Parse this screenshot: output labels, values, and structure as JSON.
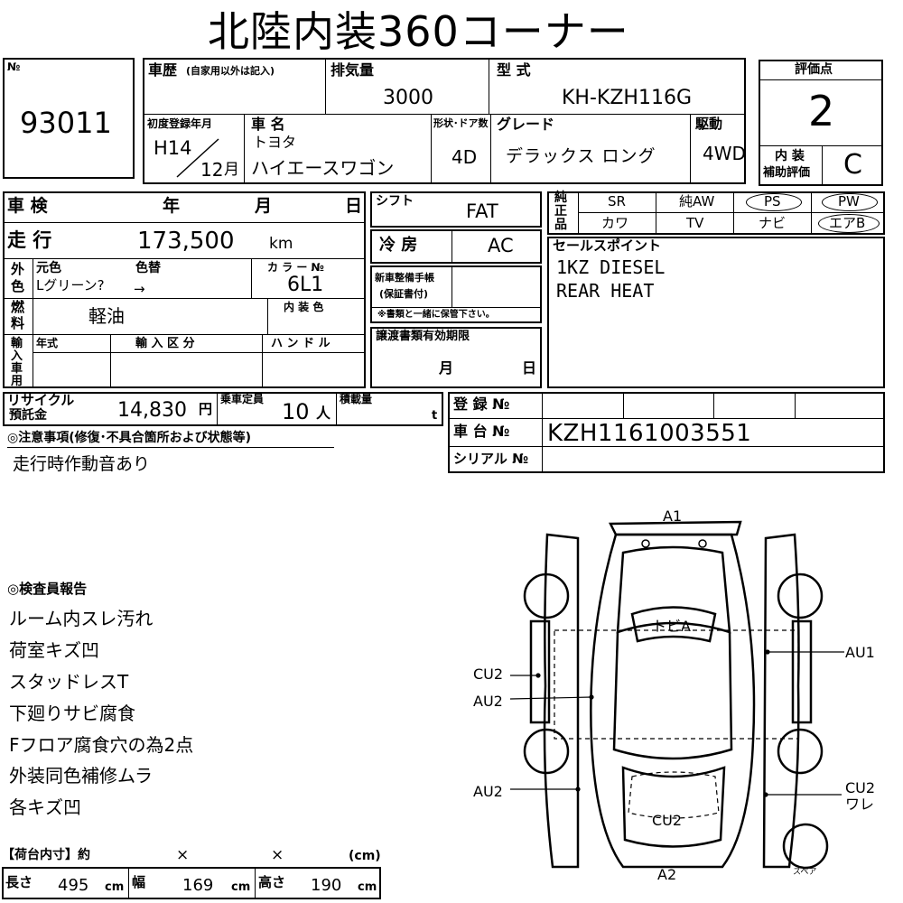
{
  "title": "北陸内装360コーナー",
  "sheet": {
    "no_label": "№",
    "no_value": "93011"
  },
  "history": {
    "label": "車歴",
    "note": "(自家用以外は記入)",
    "value": ""
  },
  "displacement": {
    "label": "排気量",
    "value": "3000"
  },
  "model_type": {
    "label": "型 式",
    "value": "KH-KZH116G"
  },
  "score": {
    "label": "評価点",
    "value": "2",
    "interior_label_1": "内 装",
    "interior_label_2": "補助評価",
    "interior_value": "C"
  },
  "first_reg": {
    "label": "初度登録年月",
    "era": "H14",
    "month": "12",
    "month_unit": "月"
  },
  "car_name": {
    "label": "車 名",
    "maker": "トヨタ",
    "name": "ハイエースワゴン"
  },
  "doors": {
    "label": "形状･ドア数",
    "value": "4D"
  },
  "grade": {
    "label": "グレード",
    "value": "デラックス ロング"
  },
  "drive": {
    "label": "駆動",
    "value": "4WD"
  },
  "inspection": {
    "label": "車 検",
    "year": "年",
    "month": "月",
    "day": "日"
  },
  "shift": {
    "label": "シフト",
    "value": "FAT"
  },
  "options": {
    "label_1": "純",
    "label_2": "正",
    "label_3": "品",
    "row1": [
      "SR",
      "純AW",
      "PS",
      "PW"
    ],
    "row2": [
      "カワ",
      "TV",
      "ナビ",
      "エアB"
    ]
  },
  "mileage": {
    "label": "走 行",
    "value": "173,500",
    "unit": "km"
  },
  "aircon": {
    "label": "冷 房",
    "value": "AC"
  },
  "sales_point": {
    "label": "セールスポイント",
    "lines": [
      "1KZ DIESEL",
      "REAR HEAT"
    ]
  },
  "color": {
    "side_1": "外",
    "side_2": "色",
    "orig_label": "元色",
    "change_label": "色替",
    "orig_value": "Lグリーン?",
    "arrow": "→",
    "code_label": "カ ラ ー №",
    "code_value": "6L1"
  },
  "manual": {
    "label_1": "新車整備手帳",
    "label_2": "(保証書付)",
    "note": "※書類と一緒に保管下さい。"
  },
  "fuel": {
    "side_1": "燃",
    "side_2": "料",
    "value": "軽油"
  },
  "interior_color": {
    "label": "内 装 色",
    "value": ""
  },
  "import": {
    "side": [
      "輸",
      "入",
      "車",
      "用"
    ],
    "year_label": "年式",
    "class_label": "輸 入 区 分",
    "handle_label": "ハ ン ド ル"
  },
  "transfer_docs": {
    "label": "譲渡書類有効期限",
    "month": "月",
    "day": "日"
  },
  "recycle": {
    "label_1": "リサイクル",
    "label_2": "預託金",
    "value": "14,830",
    "unit": "円"
  },
  "capacity": {
    "label": "乗車定員",
    "value": "10",
    "unit": "人"
  },
  "load": {
    "label": "積載量",
    "unit": "t"
  },
  "registration": {
    "label": "登 録 №",
    "value": ""
  },
  "chassis": {
    "label": "車 台 №",
    "value": "KZH1161003551"
  },
  "serial": {
    "label": "シリアル №",
    "value": ""
  },
  "notes": {
    "label": "◎注意事項(修復･不具合箇所および状態等)",
    "text": "走行時作動音あり"
  },
  "inspector": {
    "label": "◎検査員報告",
    "items": [
      "ルーム内スレ汚れ",
      "荷室キズ凹",
      "スタッドレスT",
      "下廻りサビ腐食",
      "Fフロア腐食穴の為2点",
      "外装同色補修ムラ",
      "各キズ凹"
    ]
  },
  "cargo": {
    "label": "【荷台内寸】約",
    "x1": "×",
    "x2": "×",
    "unit": "(cm)",
    "length_label": "長さ",
    "length": "495",
    "width_label": "幅",
    "width": "169",
    "height_label": "高さ",
    "height": "190",
    "cm": "cm"
  },
  "diagram": {
    "a1": "A1",
    "a2": "A2",
    "tobi": "トビA",
    "cu2_left": "CU2",
    "au2_left": "AU2",
    "au2_bottom_left": "AU2",
    "au1_right": "AU1",
    "cu2_right": "CU2",
    "ware": "ワレ",
    "cu2_rear": "CU2",
    "spare": "スペア"
  }
}
